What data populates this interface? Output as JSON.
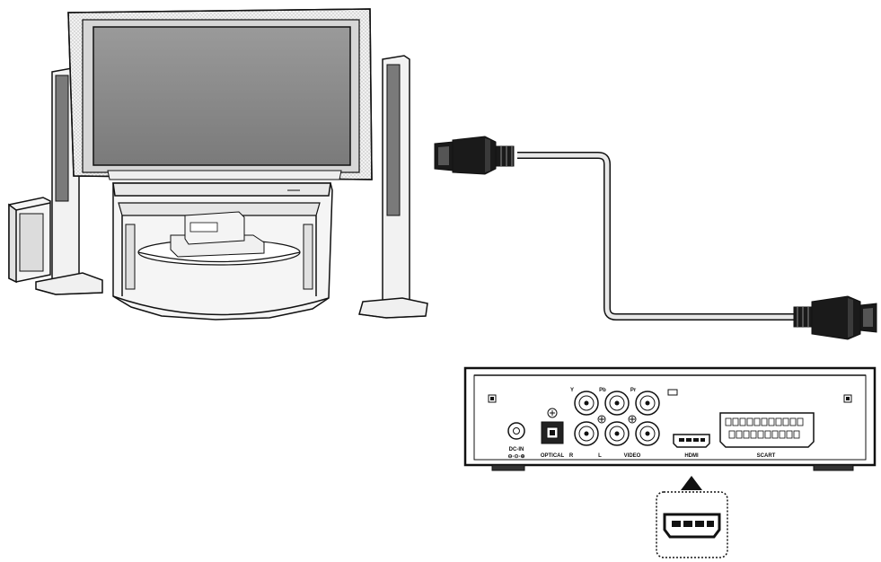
{
  "device_rear_panel": {
    "labels": {
      "dc_in": "DC-IN",
      "optical": "OPTICAL",
      "r": "R",
      "l": "L",
      "video": "VIDEO",
      "y": "Y",
      "pb": "Pb",
      "pr": "Pr",
      "hdmi": "HDMI",
      "scart": "SCART"
    }
  },
  "colors": {
    "line": "#111111",
    "screen": "#8a8a8a",
    "screen_bezel": "#d6d6d6",
    "speaker_grille": "#7a7a7a",
    "plug_body": "#1a1a1a",
    "cable": "#e8e8e8"
  },
  "icons": [
    "tv-icon",
    "speaker-icon",
    "subwoofer-icon",
    "hdmi-cable-icon",
    "hdmi-port-icon",
    "arrow-up-icon"
  ]
}
